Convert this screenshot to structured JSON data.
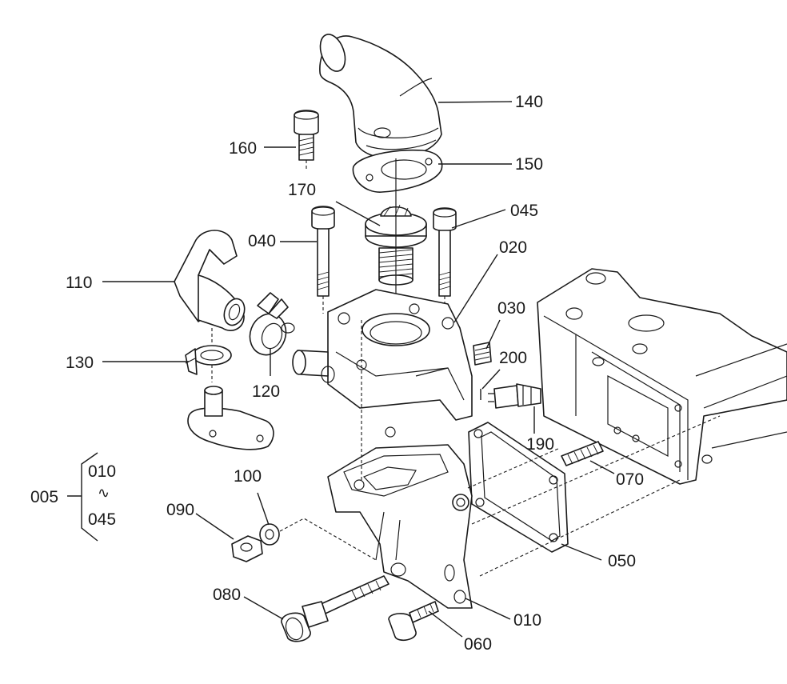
{
  "parts": [
    {
      "id": "p140",
      "number": "140"
    },
    {
      "id": "p150",
      "number": "150"
    },
    {
      "id": "p160",
      "number": "160"
    },
    {
      "id": "p170",
      "number": "170"
    },
    {
      "id": "p045",
      "number": "045"
    },
    {
      "id": "p040",
      "number": "040"
    },
    {
      "id": "p020",
      "number": "020"
    },
    {
      "id": "p110",
      "number": "110"
    },
    {
      "id": "p030",
      "number": "030"
    },
    {
      "id": "p130",
      "number": "130"
    },
    {
      "id": "p200",
      "number": "200"
    },
    {
      "id": "p120",
      "number": "120"
    },
    {
      "id": "p190",
      "number": "190"
    },
    {
      "id": "p070",
      "number": "070"
    },
    {
      "id": "p100",
      "number": "100"
    },
    {
      "id": "p090",
      "number": "090"
    },
    {
      "id": "p050",
      "number": "050"
    },
    {
      "id": "p080",
      "number": "080"
    },
    {
      "id": "p010",
      "number": "010"
    },
    {
      "id": "p060",
      "number": "060"
    }
  ],
  "assembly": {
    "number": "005",
    "range_from": "010",
    "range_sep": "∿",
    "range_to": "045"
  }
}
